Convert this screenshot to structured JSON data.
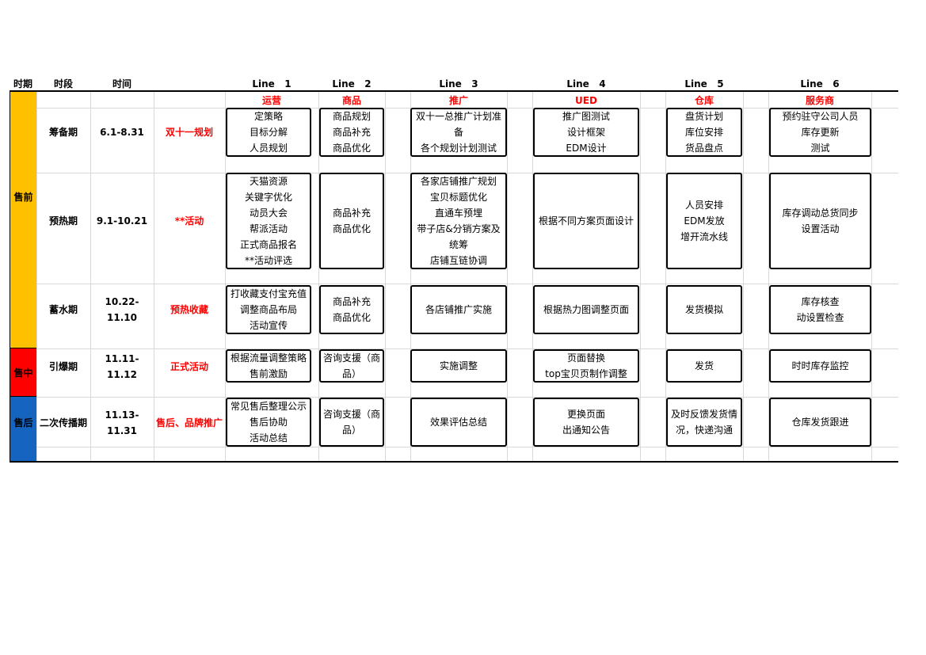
{
  "headers": {
    "period": "时期",
    "stage": "时段",
    "time": "时间",
    "line1": "Line   1",
    "line2": "Line   2",
    "line3": "Line   3",
    "line4": "Line   4",
    "line5": "Line   5",
    "line6": "Line   6"
  },
  "departments": [
    "运营",
    "商品",
    "推广",
    "UED",
    "仓库",
    "服务商"
  ],
  "phases": {
    "pre": "售前",
    "mid": "售中",
    "post": "售后"
  },
  "rows": [
    {
      "stage": "筹备期",
      "time": "6.1-8.31",
      "event": "双十一规划",
      "cells": [
        [
          "定策略",
          "目标分解",
          "人员规划"
        ],
        [
          "商品规划",
          "商品补充",
          "商品优化"
        ],
        [
          "双十一总推广计划准备",
          "各个规划计划测试"
        ],
        [
          "推广图测试",
          "设计框架",
          "EDM设计"
        ],
        [
          "盘货计划",
          "库位安排",
          "货品盘点"
        ],
        [
          "预约驻守公司人员",
          "库存更新",
          "测试"
        ]
      ]
    },
    {
      "stage": "预热期",
      "time": "9.1-10.21",
      "event": "**活动",
      "cells": [
        [
          "天猫资源",
          "关键字优化",
          "动员大会",
          "帮派活动",
          "正式商品报名",
          "**活动评选"
        ],
        [
          "商品补充",
          "商品优化"
        ],
        [
          "各家店铺推广规划",
          "宝贝标题优化",
          "直通车预埋",
          "带子店&分销方案及统筹",
          "店铺互链协调"
        ],
        [
          "根据不同方案页面设计"
        ],
        [
          "人员安排",
          "EDM发放",
          "增开流水线"
        ],
        [
          "库存调动总货同步",
          "设置活动"
        ]
      ]
    },
    {
      "stage": "蓄水期",
      "time": "10.22-11.10",
      "event": "预热收藏",
      "cells": [
        [
          "打收藏支付宝充值",
          "调整商品布局",
          "活动宣传"
        ],
        [
          "商品补充",
          "商品优化"
        ],
        [
          "各店铺推广实施"
        ],
        [
          "根据热力图调整页面"
        ],
        [
          "发货模拟"
        ],
        [
          "库存核查",
          "动设置检查"
        ]
      ]
    },
    {
      "stage": "引爆期",
      "time": "11.11-11.12",
      "event": "正式活动",
      "cells": [
        [
          "根据流量调整策略",
          "售前激励"
        ],
        [
          "咨询支援（商品）"
        ],
        [
          "实施调整"
        ],
        [
          "页面替换",
          "top宝贝页制作调整"
        ],
        [
          "发货"
        ],
        [
          "时时库存监控"
        ]
      ]
    },
    {
      "stage": "二次传播期",
      "time": "11.13-11.31",
      "event": "售后、品牌推广",
      "cells": [
        [
          "常见售后整理公示",
          "售后协助",
          "活动总结"
        ],
        [
          "咨询支援（商品）"
        ],
        [
          "效果评估总结"
        ],
        [
          "更换页面",
          "出通知公告"
        ],
        [
          "及时反馈发货情况，快递沟通"
        ],
        [
          "仓库发货跟进"
        ]
      ]
    }
  ]
}
